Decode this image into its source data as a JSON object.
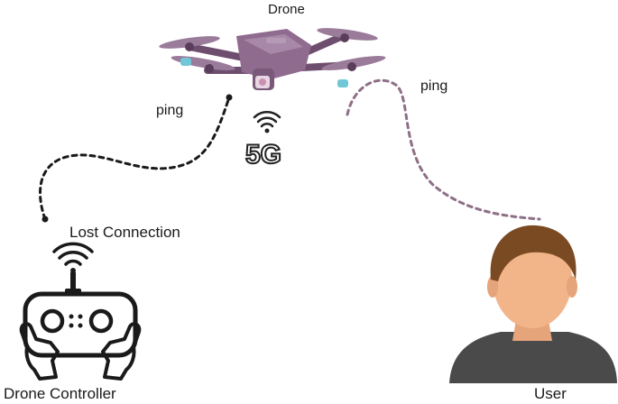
{
  "labels": {
    "drone": "Drone",
    "ping_left": "ping",
    "ping_right": "ping",
    "lost_connection": "Lost Connection",
    "drone_controller": "Drone Controller",
    "user": "User",
    "network": "5G"
  },
  "icons": {
    "drone": "drone-icon",
    "network": "5g-signal-icon",
    "controller": "remote-controller-icon",
    "controller_signal": "wifi-signal-icon",
    "user": "user-avatar-icon"
  },
  "colors": {
    "link_dark": "#1a1a1a",
    "link_purple": "#8e6f86",
    "drone_body": "#8f6b8f",
    "user_skin": "#f2b489",
    "user_hair": "#7a4a22",
    "user_shirt": "#4a4a4a"
  }
}
